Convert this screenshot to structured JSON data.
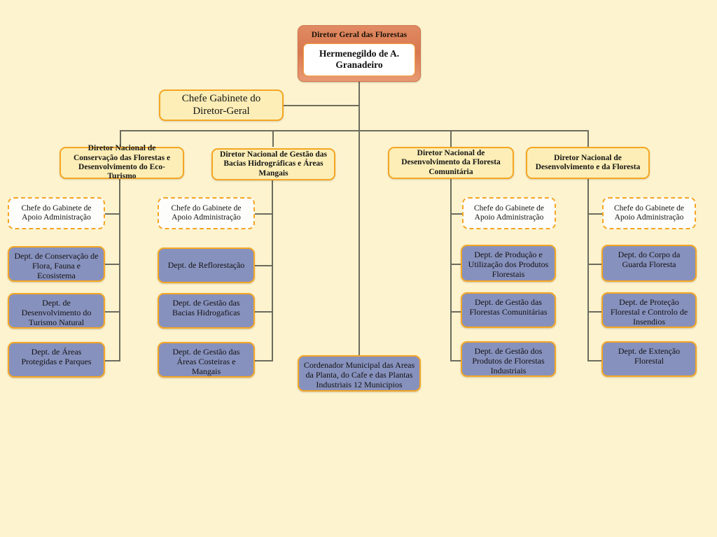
{
  "theme": {
    "background": "#FDF3CE",
    "accent_border": "#F5A623",
    "dept_fill": "#8791BD",
    "yellow_fill": "#FCEEB6",
    "top_fill": "#D9784F",
    "line": "#6C6C5E"
  },
  "chart_data": {
    "type": "diagram",
    "title": "Organograma da Direcao Geral das Florestas",
    "root": {
      "title": "Diretor Geral das Florestas",
      "name": "Hermenegildo de A. Granadeiro"
    },
    "staff": {
      "label": "Chefe Gabinete do Diretor-Geral"
    },
    "central_unit": {
      "label": "Cordenador Municipal das Areas da Planta, do Cafe e das Plantas Industriais 12 Municipios"
    },
    "directorates": [
      {
        "label": "Diretor Nacional de Conservação das Florestas e Desenvolvimento do Eco-Turismo",
        "office": "Chefe do Gabinete de Apoio Administração",
        "departments": [
          "Dept. de Conservação de Flora, Fauna e Ecosistema",
          "Dept. de Desenvolvimento do Turismo Natural",
          "Dept. de Áreas Protegidas e Parques"
        ]
      },
      {
        "label": "Diretor Nacional de Gestão das Bacias Hidrográficas e Áreas Mangais",
        "office": "Chefe do Gabinete de Apoio Administração",
        "departments": [
          "Dept. de Reflorestação",
          "Dept. de Gestão das Bacias Hidrogaficas",
          "Dept. de Gestão das Áreas Costeiras e Mangais"
        ]
      },
      {
        "label": "Diretor Nacional de Desenvolvimento da Floresta Comunitária",
        "office": "Chefe do Gabinete de Apoio Administração",
        "departments": [
          "Dept. de Produção e Utilização dos Produtos Florestais",
          "Dept. de Gestão das Florestas Comunitárias",
          "Dept. de Gestão dos Produtos de Florestas Industriais"
        ]
      },
      {
        "label": "Diretor Nacional de Desenvolvimento e da Floresta",
        "office": "Chefe do Gabinete de Apoio Administração",
        "departments": [
          "Dept. do Corpo da Guarda Floresta",
          "Dept. de Proteção Florestal e Controlo de Insendios",
          "Dept. de Extenção Florestal"
        ]
      }
    ]
  }
}
